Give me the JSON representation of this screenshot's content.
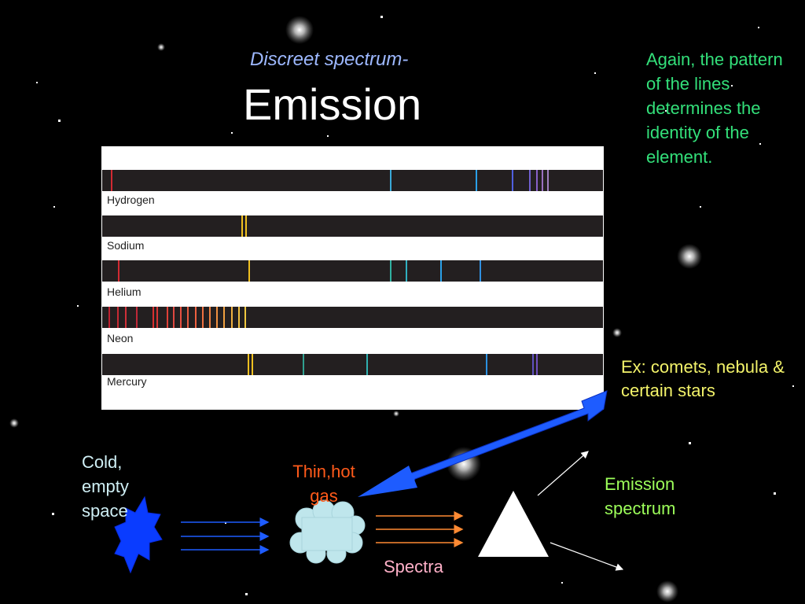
{
  "subtitle": "Discreet spectrum-",
  "title": "Emission",
  "note": "Again, the pattern of the lines determines the identity of the element.",
  "example": "Ex: comets, nebula & certain stars",
  "cold_space": "Cold, empty space",
  "gas": "Thin,hot gas",
  "spectra": "Spectra",
  "emission_spectrum": "Emission spectrum",
  "colors": {
    "background": "#000000",
    "subtitle": "#9db8ff",
    "note": "#33e07a",
    "example": "#f3f36a",
    "gas_label": "#ff5a1a",
    "emission_label": "#9dff5a",
    "pointer_arrow": "#1e5cff",
    "star_burst": "#0a3cff",
    "cloud": "#bfe6ec"
  },
  "elements": [
    {
      "name": "Hydrogen",
      "lines": [
        {
          "pos": 0.018,
          "color": "#d22a32"
        },
        {
          "pos": 0.575,
          "color": "#3aa8d8"
        },
        {
          "pos": 0.745,
          "color": "#2aa0e8"
        },
        {
          "pos": 0.818,
          "color": "#5060e0"
        },
        {
          "pos": 0.853,
          "color": "#7060d0"
        },
        {
          "pos": 0.866,
          "color": "#8860c8"
        },
        {
          "pos": 0.877,
          "color": "#9a70c0"
        },
        {
          "pos": 0.888,
          "color": "#a080c0"
        }
      ]
    },
    {
      "name": "Sodium",
      "lines": [
        {
          "pos": 0.278,
          "color": "#f0c020"
        },
        {
          "pos": 0.285,
          "color": "#f0c020"
        }
      ]
    },
    {
      "name": "Helium",
      "lines": [
        {
          "pos": 0.032,
          "color": "#d22a32"
        },
        {
          "pos": 0.292,
          "color": "#f0c020"
        },
        {
          "pos": 0.575,
          "color": "#30b0a0"
        },
        {
          "pos": 0.606,
          "color": "#30b0c0"
        },
        {
          "pos": 0.675,
          "color": "#2aa0e8"
        },
        {
          "pos": 0.753,
          "color": "#3090e0"
        }
      ]
    },
    {
      "name": "Neon",
      "lines": [
        {
          "pos": 0.012,
          "color": "#c02030"
        },
        {
          "pos": 0.03,
          "color": "#c82a34"
        },
        {
          "pos": 0.045,
          "color": "#d03038"
        },
        {
          "pos": 0.068,
          "color": "#c02838"
        },
        {
          "pos": 0.1,
          "color": "#d83030"
        },
        {
          "pos": 0.108,
          "color": "#d83434"
        },
        {
          "pos": 0.128,
          "color": "#e04038"
        },
        {
          "pos": 0.142,
          "color": "#e04840"
        },
        {
          "pos": 0.155,
          "color": "#e85040"
        },
        {
          "pos": 0.17,
          "color": "#e85a40"
        },
        {
          "pos": 0.186,
          "color": "#f06040"
        },
        {
          "pos": 0.2,
          "color": "#f07040"
        },
        {
          "pos": 0.214,
          "color": "#f08040"
        },
        {
          "pos": 0.228,
          "color": "#f09040"
        },
        {
          "pos": 0.242,
          "color": "#f0a040"
        },
        {
          "pos": 0.258,
          "color": "#f0b040"
        },
        {
          "pos": 0.272,
          "color": "#f0c040"
        },
        {
          "pos": 0.284,
          "color": "#f0c840"
        }
      ]
    },
    {
      "name": "Mercury",
      "lines": [
        {
          "pos": 0.29,
          "color": "#f0c020"
        },
        {
          "pos": 0.298,
          "color": "#f0c020"
        },
        {
          "pos": 0.4,
          "color": "#30a090"
        },
        {
          "pos": 0.527,
          "color": "#30b0b0"
        },
        {
          "pos": 0.766,
          "color": "#2a90e0"
        },
        {
          "pos": 0.858,
          "color": "#6050c0"
        },
        {
          "pos": 0.866,
          "color": "#7050c0"
        }
      ]
    }
  ]
}
